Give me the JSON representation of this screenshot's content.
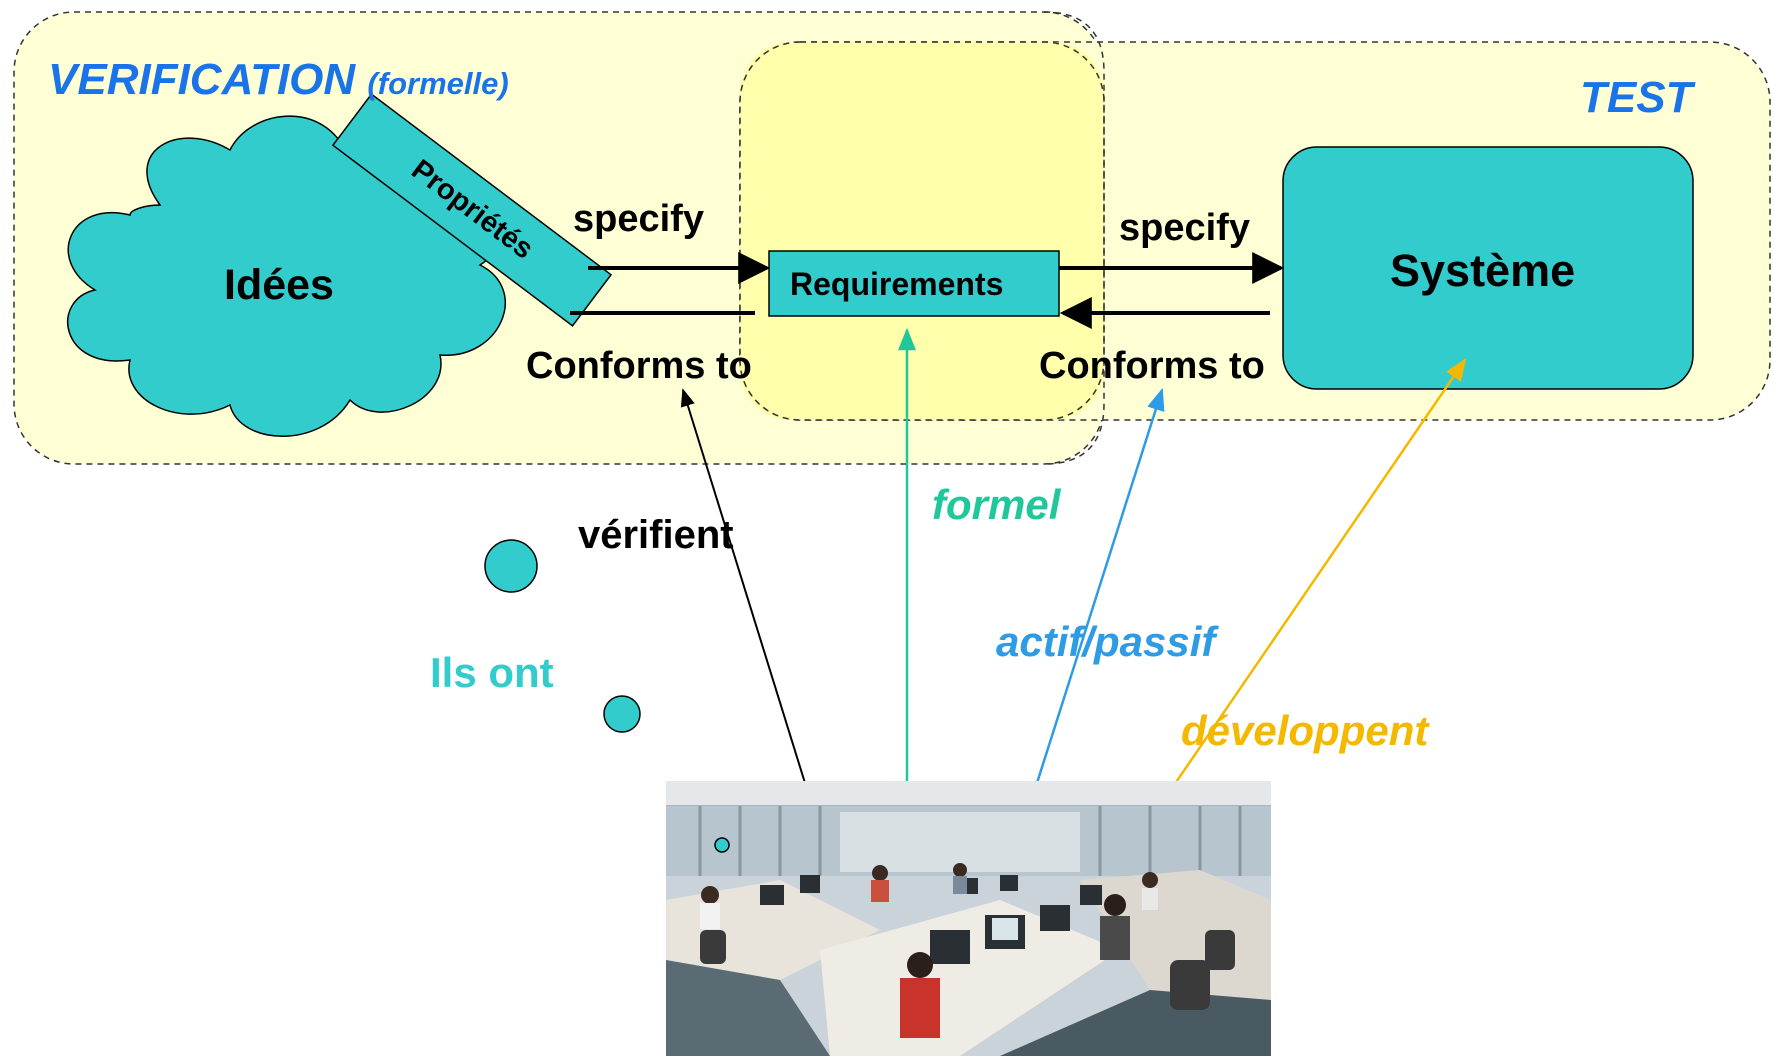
{
  "regions": {
    "verification": {
      "title": "VERIFICATION",
      "subtitle": "(formelle)"
    },
    "test": {
      "title": "TEST"
    }
  },
  "nodes": {
    "idees": "Idées",
    "proprietes": "Propriétés",
    "requirements": "Requirements",
    "systeme": "Système"
  },
  "arrows": {
    "specify_left": "specify",
    "specify_right": "specify",
    "conforms_left": "Conforms to",
    "conforms_right": "Conforms to"
  },
  "people_links": {
    "verifient": "vérifient",
    "ils_ont": "Ils ont",
    "formel": "formel",
    "actif_passif": "actif/passif",
    "developpent": "développent"
  },
  "colors": {
    "region_fill": "#ffffd6",
    "node_fill": "#33cccc",
    "blue_text": "#1a73e8",
    "teal_text": "#33cccc",
    "green_text": "#1fc79a",
    "blue_arrow": "#2e9be6",
    "orange": "#f5b800",
    "black": "#000000"
  },
  "photo": {
    "name": "open-plan office with people working at computers"
  }
}
